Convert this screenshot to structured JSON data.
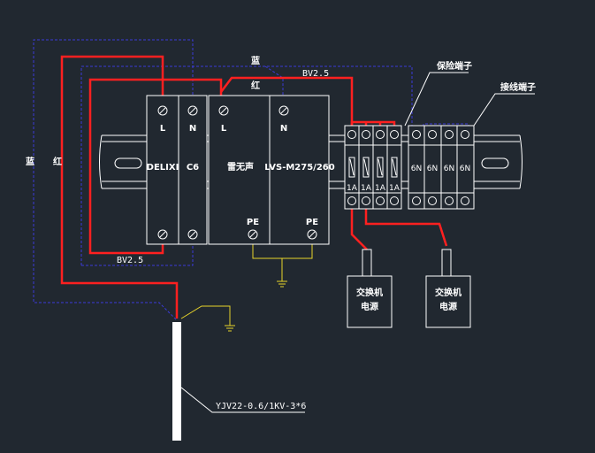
{
  "labels": {
    "top_blue": "蓝",
    "top_red": "红",
    "bv_top": "BV2.5",
    "bv_bottom": "BV2.5",
    "left_blue": "蓝",
    "left_red": "红",
    "fuse_terminal": "保险端子",
    "wire_terminal": "接线端子",
    "cable": "YJV22-0.6/1KV-3*6"
  },
  "breaker": {
    "brand": "DELIXI",
    "rating": "C6",
    "l": "L",
    "n": "N"
  },
  "spd": {
    "name": "雷无声",
    "model": "LVS-M275/260",
    "l": "L",
    "n": "N",
    "pe1": "PE",
    "pe2": "PE"
  },
  "fuses": [
    "1A",
    "1A",
    "1A",
    "1A"
  ],
  "terminals": [
    "6N",
    "6N",
    "6N",
    "6N"
  ],
  "switch1": {
    "line1": "交换机",
    "line2": "电源"
  },
  "switch2": {
    "line1": "交换机",
    "line2": "电源"
  },
  "colors": {
    "red": "#ff2020",
    "blue": "#3a3ad8",
    "yellow": "#e6d32a",
    "white": "#ffffff",
    "background": "#212830"
  }
}
